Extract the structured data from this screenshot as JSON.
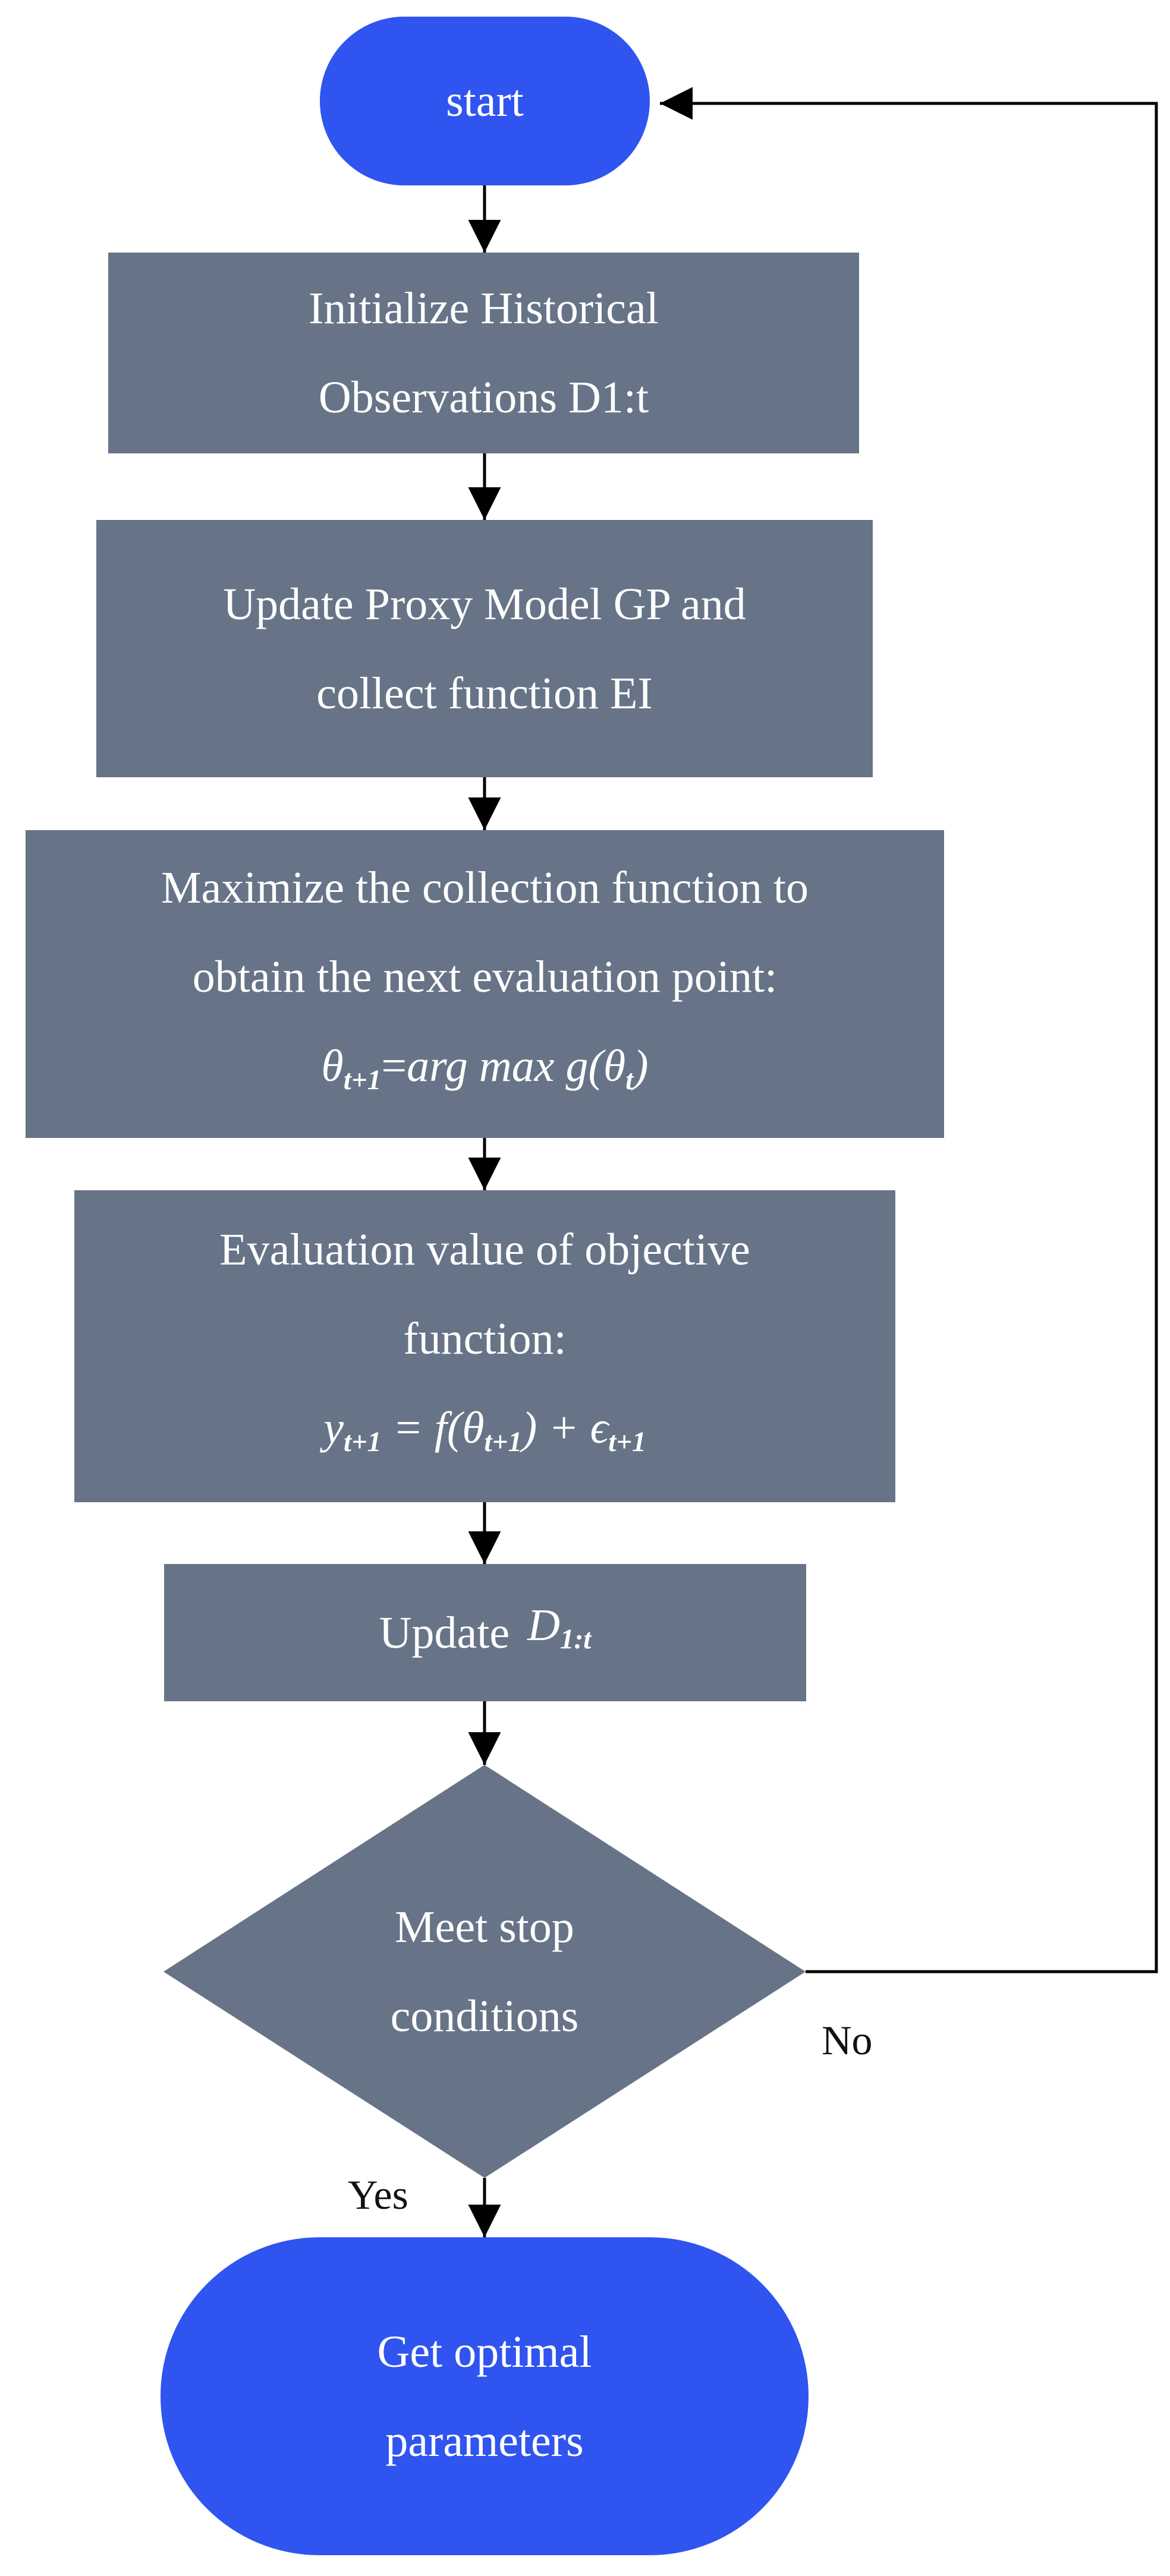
{
  "nodes": {
    "start": {
      "label": "start"
    },
    "init": {
      "line1": "Initialize Historical",
      "line2": "Observations D1:t"
    },
    "update_proxy": {
      "line1": "Update Proxy Model GP and",
      "line2": "collect function EI"
    },
    "maximize": {
      "line1": "Maximize the collection function to",
      "line2": "obtain the next evaluation point:",
      "formula": {
        "theta": "θ",
        "sub_next": "t+1",
        "eq": "=",
        "argmax": "arg max",
        "g": "g(θ",
        "sub_t": "t",
        "close": ")"
      }
    },
    "evaluate": {
      "line1": "Evaluation value of objective",
      "line2": "function:",
      "formula": {
        "y": "y",
        "sub_next": "t+1",
        "eq_f": " = f(θ",
        "sub_next2": "t+1",
        "plus_eps": ") + ϵ",
        "sub_next3": "t+1"
      }
    },
    "update_d": {
      "text": "Update",
      "symbol": "D",
      "sub": "1:t"
    },
    "decision": {
      "line1": "Meet stop",
      "line2": "conditions"
    },
    "end": {
      "line1": "Get optimal",
      "line2": "parameters"
    }
  },
  "edge_labels": {
    "no": "No",
    "yes": "Yes"
  },
  "colors": {
    "process": "#677487",
    "terminal": "#2f54f0",
    "arrow": "#000000"
  }
}
